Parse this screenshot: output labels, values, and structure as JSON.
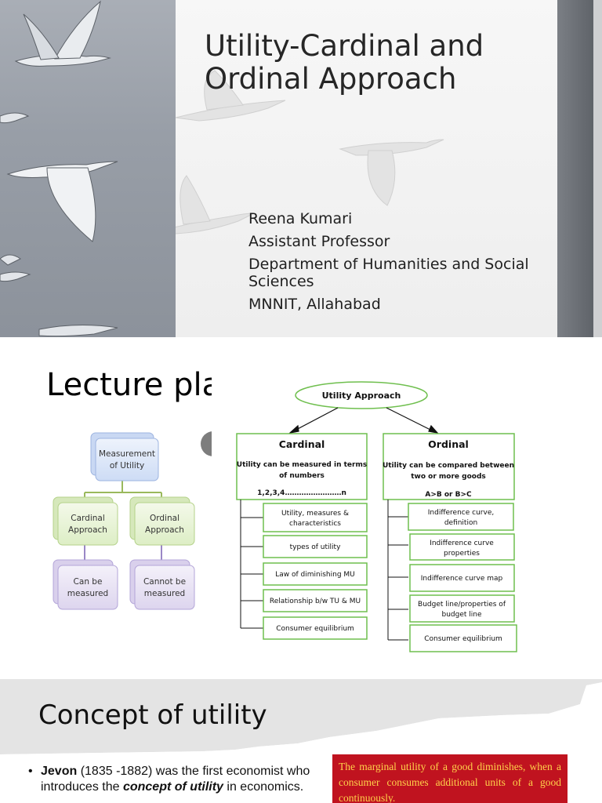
{
  "slide1": {
    "title_line1": "Utility-Cardinal and",
    "title_line2": "Ordinal Approach",
    "author_name": "Reena Kumari",
    "author_position": "Assistant Professor",
    "author_department": "Department of Humanities and Social Sciences",
    "author_institute": "MNNIT, Allahabad"
  },
  "slide2": {
    "title": "Lecture plan",
    "left_chart": {
      "root": [
        "Measurement",
        "of Utility"
      ],
      "branch_left": [
        "Cardinal",
        "Approach"
      ],
      "branch_right": [
        "Ordinal",
        "Approach"
      ],
      "leaf_left": [
        "Can be",
        "measured"
      ],
      "leaf_right": [
        "Cannot be",
        "measured"
      ]
    },
    "right_chart": {
      "root": "Utility Approach",
      "cardinal": {
        "heading": "Cardinal",
        "desc_line1": "Utility can be measured in terms",
        "desc_line2": "of numbers",
        "example": "1,2,3,4……………………n",
        "items": [
          [
            "Utility, measures &",
            "characteristics"
          ],
          [
            "types of utility"
          ],
          [
            "Law of diminishing MU"
          ],
          [
            "Relationship b/w TU & MU"
          ],
          [
            "Consumer equilibrium"
          ]
        ]
      },
      "ordinal": {
        "heading": "Ordinal",
        "desc_line1": "Utility can be compared between",
        "desc_line2": "two or more goods",
        "example": "A>B or B>C",
        "items": [
          [
            "Indifference curve,",
            "definition"
          ],
          [
            "Indifference curve",
            "properties"
          ],
          [
            "Indifference curve map"
          ],
          [
            "Budget line/properties of",
            "budget line"
          ],
          [
            "Consumer equilibrium"
          ]
        ]
      }
    }
  },
  "slide3": {
    "title": "Concept of utility",
    "bullet_marker": "•",
    "bullet_bold": "Jevon",
    "bullet_text1": " (1835 -1882) was the first economist who introduces the ",
    "bullet_italic": "concept of utility",
    "bullet_text2": " in economics.",
    "quote": "The marginal utility of a good diminishes, when a consumer consumes additional units of a good continuously."
  },
  "colors": {
    "green_border": "#6fbf4e",
    "quote_background": "#c0131f",
    "quote_text": "#ffd24a",
    "blue_box": "#dbe6f8",
    "green_box": "#e6f2d2",
    "purple_box": "#e6e0f2"
  }
}
